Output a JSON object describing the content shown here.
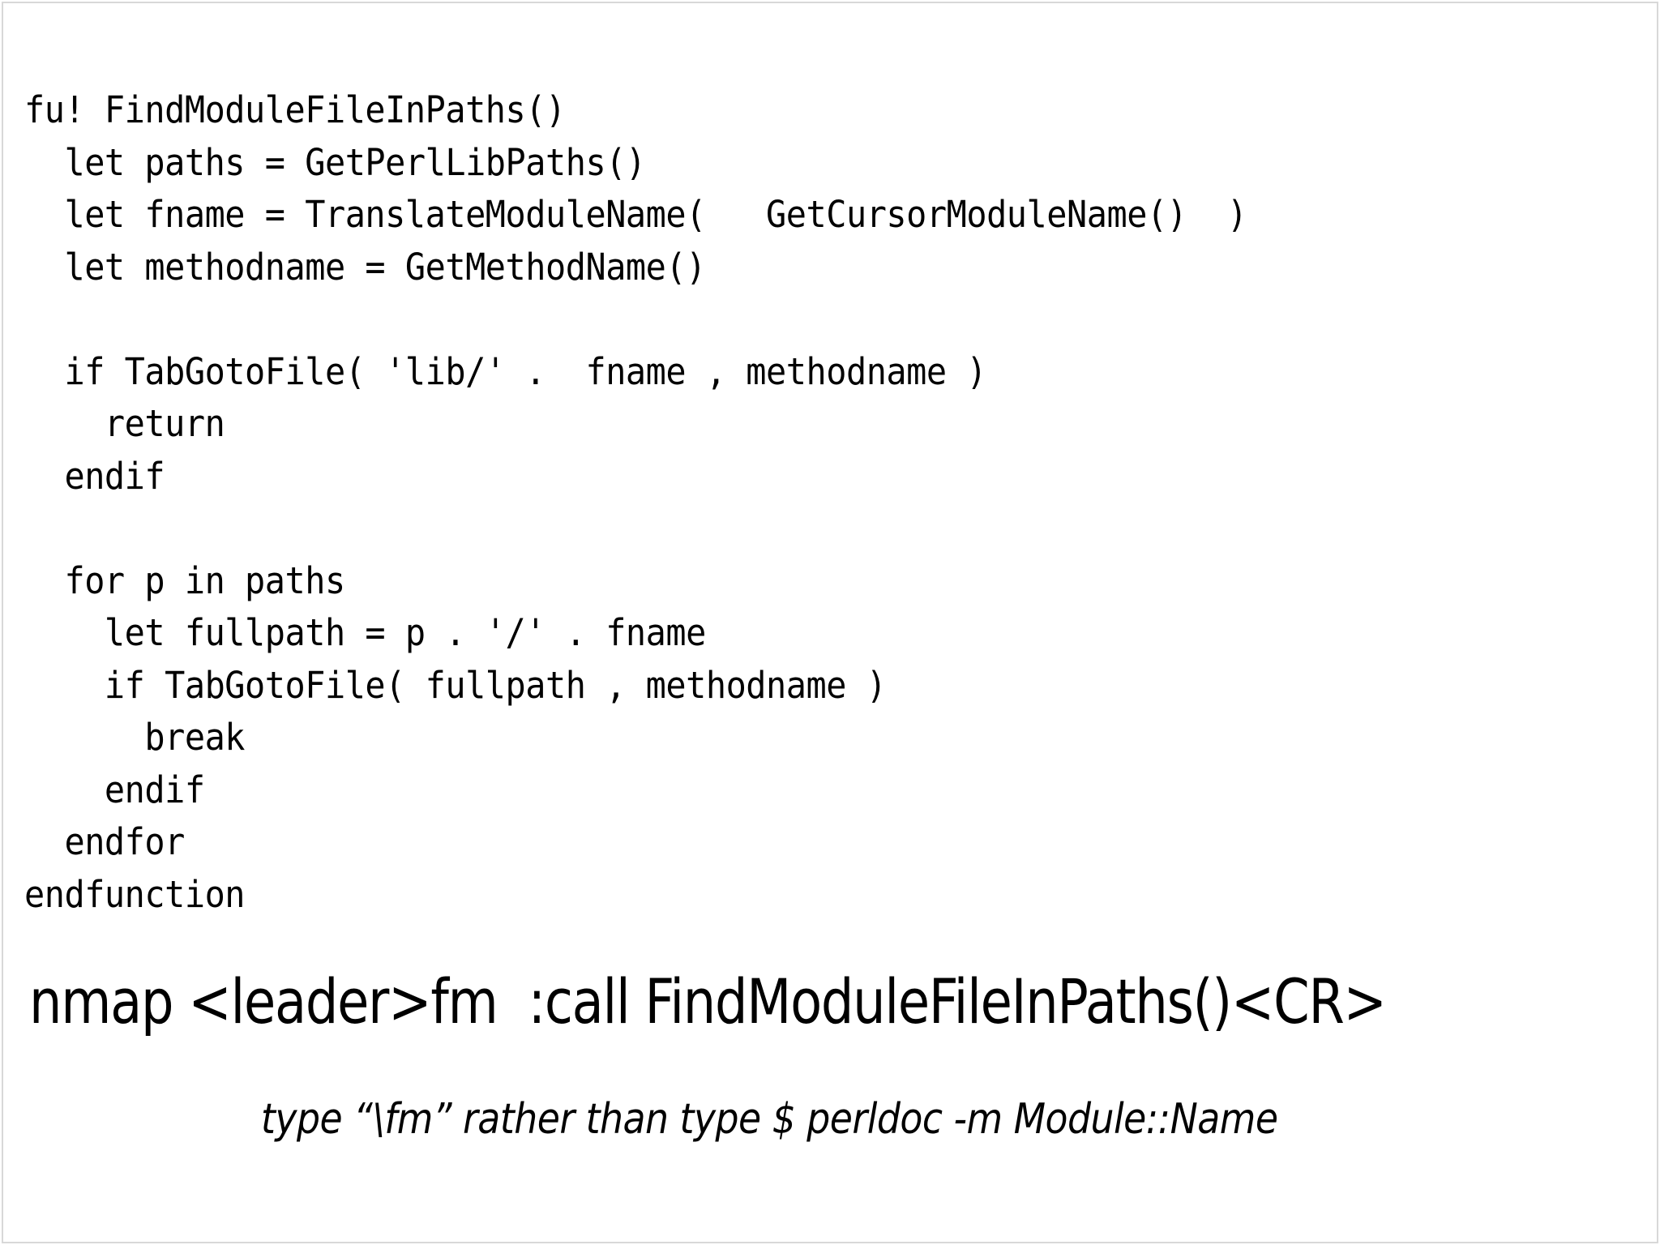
{
  "slide": {
    "background_color": "#ffffff",
    "text_color": "#000000",
    "border_color": "#d8d8d8",
    "code": {
      "language": "vimscript",
      "lines": [
        "fu! FindModuleFileInPaths()",
        "  let paths = GetPerlLibPaths()",
        "  let fname = TranslateModuleName(   GetCursorModuleName()  )",
        "  let methodname = GetMethodName()",
        "",
        "  if TabGotoFile( 'lib/' .  fname , methodname )",
        "    return",
        "  endif",
        "",
        "  for p in paths",
        "    let fullpath = p . '/' . fname",
        "    if TabGotoFile( fullpath , methodname )",
        "      break",
        "    endif",
        "  endfor",
        "endfunction"
      ]
    },
    "mapping": {
      "text": "nmap <leader>fm  :call FindModuleFileInPaths()<CR>"
    },
    "caption": {
      "text": "type “\\fm” rather than type $ perldoc -m Module::Name"
    }
  }
}
